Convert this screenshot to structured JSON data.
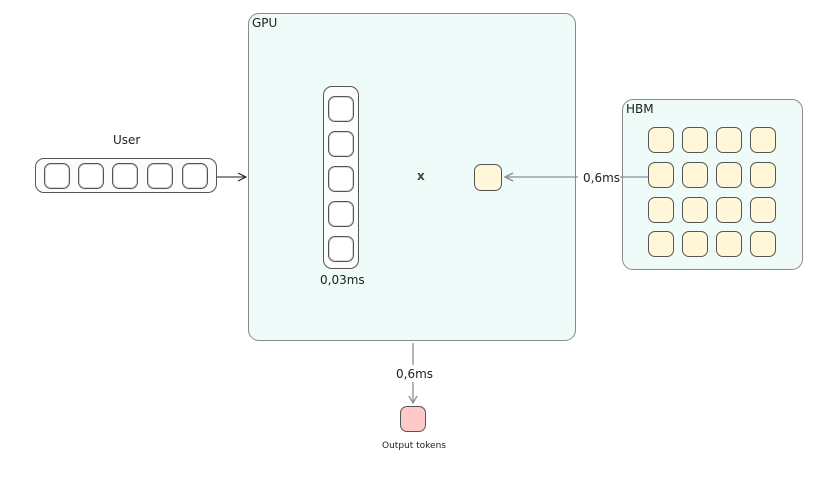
{
  "user": {
    "label": "User",
    "token_count": 5
  },
  "gpu": {
    "title": "GPU",
    "vector_cells": 5,
    "vector_latency": "0,03ms",
    "operator": "x",
    "weight_cell_color": "#fff7d7"
  },
  "hbm": {
    "title": "HBM",
    "rows": 4,
    "cols": 4,
    "transfer_latency": "0,6ms",
    "cell_color": "#fff7d7"
  },
  "output": {
    "label": "Output tokens",
    "latency": "0,6ms",
    "color": "#ffc9c9"
  },
  "colors": {
    "panel_fill": "#effbf8",
    "arrow": "#868e96"
  }
}
